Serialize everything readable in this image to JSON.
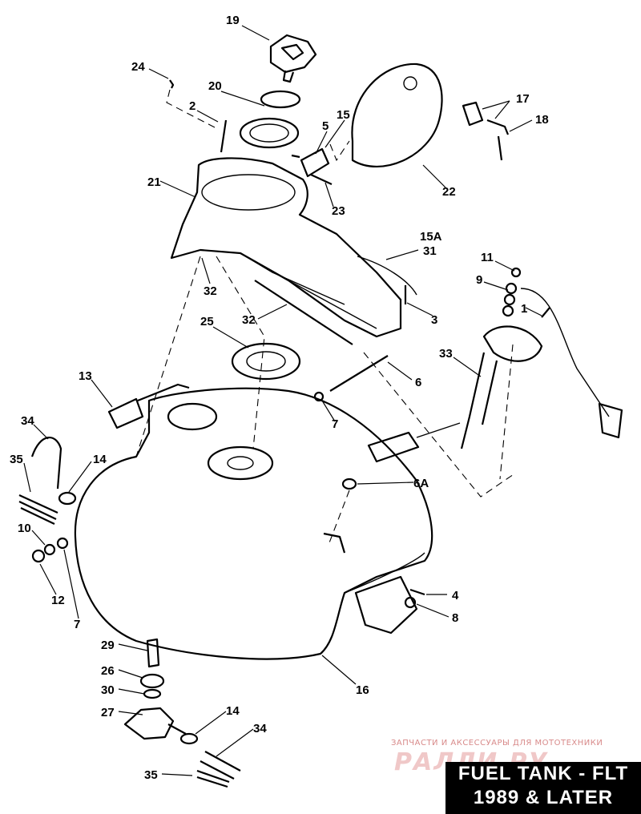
{
  "title": {
    "line1": "FUEL TANK - FLT",
    "line2": "1989 & LATER"
  },
  "watermark": {
    "caption": "ЗАПЧАСТИ И АКСЕССУАРЫ ДЛЯ МОТОТЕХНИКИ",
    "logo": "РАЛЛИ.РУ"
  },
  "callouts": {
    "c19": "19",
    "c24": "24",
    "c20": "20",
    "c2": "2",
    "c5": "5",
    "c15": "15",
    "c17": "17",
    "c18": "18",
    "c22": "22",
    "c21": "21",
    "c23": "23",
    "c15a": "15A",
    "c31": "31",
    "c11": "11",
    "c9": "9",
    "c1": "1",
    "c32a": "32",
    "c32b": "32",
    "c3": "3",
    "c25": "25",
    "c33": "33",
    "c13": "13",
    "c6": "6",
    "c34a": "34",
    "c7a": "7",
    "c14a": "14",
    "c35a": "35",
    "c6a": "6A",
    "c10": "10",
    "c12": "12",
    "c7b": "7",
    "c4": "4",
    "c8": "8",
    "c29": "29",
    "c26": "26",
    "c30": "30",
    "c16": "16",
    "c27": "27",
    "c14b": "14",
    "c34b": "34",
    "c35b": "35"
  },
  "colors": {
    "ink": "#000000",
    "paper": "#ffffff",
    "watermark": "#d88a8a"
  }
}
